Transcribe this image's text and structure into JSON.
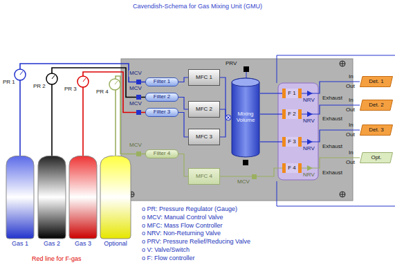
{
  "diagram": {
    "title": "Cavendish-Schema for Gas Mixing Unit (GMU)",
    "nodes": [
      {
        "text": [
          "Filter 1"
        ]
      },
      {
        "text": [
          "Filter 2"
        ]
      },
      {
        "text": [
          "Filter 3"
        ]
      },
      {
        "text": [
          "Filter 4"
        ]
      },
      {
        "text": [
          "MFC 1"
        ]
      },
      {
        "text": [
          "MFC 2"
        ]
      },
      {
        "text": [
          "MFC 3"
        ]
      },
      {
        "text": [
          "MFC 4"
        ]
      },
      {
        "text": [
          "Mixing Volume"
        ]
      },
      {
        "text": [
          "F 1"
        ]
      },
      {
        "text": [
          "F 2"
        ]
      },
      {
        "text": [
          "F 3"
        ]
      },
      {
        "text": [
          "F 4"
        ]
      },
      {
        "text": [
          "Det. 1"
        ]
      },
      {
        "text": [
          "Det. 2"
        ]
      },
      {
        "text": [
          "Det. 3"
        ]
      },
      {
        "text": [
          "Opt."
        ]
      },
      {
        "text": [
          "Gas 1"
        ]
      },
      {
        "text": [
          "Gas 2"
        ]
      },
      {
        "text": [
          "Gas 3"
        ]
      },
      {
        "text": [
          "Optional"
        ]
      }
    ],
    "edges": [
      {
        "from": 17,
        "to": 0,
        "arrow": "none"
      },
      {
        "from": 18,
        "to": 1,
        "arrow": "none"
      },
      {
        "from": 19,
        "to": 2,
        "arrow": "none"
      },
      {
        "from": 20,
        "to": 3,
        "arrow": "none"
      },
      {
        "from": 0,
        "to": 4,
        "arrow": "none"
      },
      {
        "from": 1,
        "to": 5,
        "arrow": "none"
      },
      {
        "from": 2,
        "to": 6,
        "arrow": "none"
      },
      {
        "from": 3,
        "to": 7,
        "arrow": "none"
      },
      {
        "from": 4,
        "to": 8,
        "arrow": "none"
      },
      {
        "from": 5,
        "to": 8,
        "arrow": "none"
      },
      {
        "from": 6,
        "to": 8,
        "arrow": "none"
      },
      {
        "from": 8,
        "to": 9,
        "arrow": "none"
      },
      {
        "from": 8,
        "to": 10,
        "arrow": "none"
      },
      {
        "from": 8,
        "to": 11,
        "arrow": "none"
      },
      {
        "from": 7,
        "to": 12,
        "arrow": "none"
      },
      {
        "from": 9,
        "to": 13,
        "arrow": "none"
      },
      {
        "from": 10,
        "to": 14,
        "arrow": "none"
      },
      {
        "from": 11,
        "to": 15,
        "arrow": "none"
      },
      {
        "from": 12,
        "to": 16,
        "arrow": "none"
      }
    ],
    "labels": [
      "PR 1",
      "PR 2",
      "PR 3",
      "PR 4",
      "MCV",
      "MCV",
      "MCV",
      "MCV",
      "PRV",
      "MCV",
      "NRV",
      "NRV",
      "NRV",
      "NRV",
      "Exhaust",
      "Exhaust",
      "Exhaust",
      "Exhaust",
      "Out",
      "Out",
      "Out",
      "Out",
      "In",
      "In",
      "In",
      "In",
      "o PR: Pressure Regulator (Gauge)",
      "o MCV: Manual Control Valve",
      "o MFC: Mass Flow Controller",
      "o NRV: Non-Returning Valve",
      "o PRV: Pressure Relief/Reducing Valve",
      "o V: Valve/Switch",
      "o F: Flow controller",
      "Red line for F-gas"
    ]
  }
}
